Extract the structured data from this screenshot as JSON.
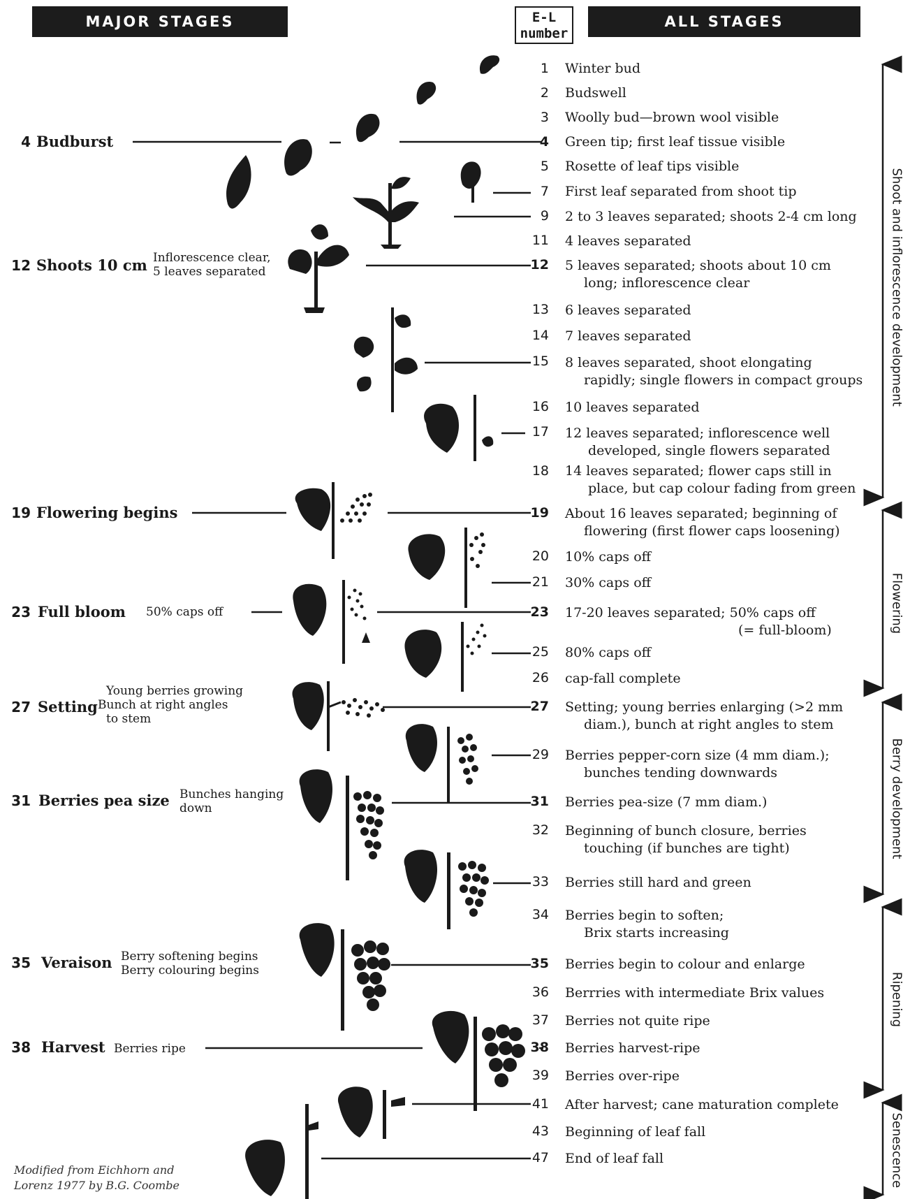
{
  "headers": {
    "major": "MAJOR STAGES",
    "el_line1": "E-L",
    "el_line2": "number",
    "all": "ALL STAGES"
  },
  "all_stages": [
    {
      "n": "1",
      "text": "Winter bud",
      "text2": ""
    },
    {
      "n": "2",
      "text": "Budswell",
      "text2": ""
    },
    {
      "n": "3",
      "text": "Woolly bud—brown wool visible",
      "text2": ""
    },
    {
      "n": "4",
      "text": "Green tip; first leaf tissue visible",
      "text2": ""
    },
    {
      "n": "5",
      "text": "Rosette of leaf tips visible",
      "text2": ""
    },
    {
      "n": "7",
      "text": "First leaf separated from shoot tip",
      "text2": ""
    },
    {
      "n": "9",
      "text": "2 to 3 leaves separated; shoots 2-4 cm long",
      "text2": ""
    },
    {
      "n": "11",
      "text": "4 leaves separated",
      "text2": ""
    },
    {
      "n": "12",
      "text": "5 leaves separated; shoots about 10 cm",
      "text2": "long; inflorescence clear"
    },
    {
      "n": "13",
      "text": "6 leaves separated",
      "text2": ""
    },
    {
      "n": "14",
      "text": "7 leaves separated",
      "text2": ""
    },
    {
      "n": "15",
      "text": "8 leaves separated, shoot elongating",
      "text2": "rapidly; single flowers in compact groups"
    },
    {
      "n": "16",
      "text": "10 leaves separated",
      "text2": ""
    },
    {
      "n": "17",
      "text": "12 leaves separated; inflorescence well",
      "text2": "developed, single flowers separated"
    },
    {
      "n": "18",
      "text": "14 leaves separated; flower caps still in",
      "text2": "place, but cap colour fading from green"
    },
    {
      "n": "19",
      "text": "About 16 leaves separated; beginning of",
      "text2": "flowering (first flower caps loosening)"
    },
    {
      "n": "20",
      "text": "10% caps off",
      "text2": ""
    },
    {
      "n": "21",
      "text": "30% caps off",
      "text2": ""
    },
    {
      "n": "23",
      "text": "17-20 leaves separated; 50% caps off",
      "text2": "(= full-bloom)"
    },
    {
      "n": "25",
      "text": "80% caps off",
      "text2": ""
    },
    {
      "n": "26",
      "text": "cap-fall complete",
      "text2": ""
    },
    {
      "n": "27",
      "text": "Setting; young berries enlarging (>2 mm",
      "text2": "diam.), bunch at right angles to stem"
    },
    {
      "n": "29",
      "text": "Berries pepper-corn size (4 mm diam.);",
      "text2": "bunches tending downwards"
    },
    {
      "n": "31",
      "text": "Berries pea-size (7 mm diam.)",
      "text2": ""
    },
    {
      "n": "32",
      "text": "Beginning of bunch closure, berries",
      "text2": "touching (if bunches are tight)"
    },
    {
      "n": "33",
      "text": "Berries still hard and green",
      "text2": ""
    },
    {
      "n": "34",
      "text": "Berries begin to soften;",
      "text2": "Brix starts increasing"
    },
    {
      "n": "35",
      "text": "Berries begin to colour and enlarge",
      "text2": ""
    },
    {
      "n": "36",
      "text": "Berrries with intermediate Brix values",
      "text2": ""
    },
    {
      "n": "37",
      "text": "Berries not quite ripe",
      "text2": ""
    },
    {
      "n": "38",
      "text": "Berries harvest-ripe",
      "text2": ""
    },
    {
      "n": "39",
      "text": "Berries over-ripe",
      "text2": ""
    },
    {
      "n": "41",
      "text": "After harvest; cane maturation complete",
      "text2": ""
    },
    {
      "n": "43",
      "text": "Beginning of leaf fall",
      "text2": ""
    },
    {
      "n": "47",
      "text": "End of leaf fall",
      "text2": ""
    }
  ],
  "major_stages": [
    {
      "n": "4",
      "name": "Budburst",
      "note1": "",
      "note2": "",
      "note3": ""
    },
    {
      "n": "12",
      "name": "Shoots 10 cm",
      "note1": "Inflorescence clear,",
      "note2": "5 leaves separated",
      "note3": ""
    },
    {
      "n": "19",
      "name": "Flowering begins",
      "note1": "",
      "note2": "",
      "note3": ""
    },
    {
      "n": "23",
      "name": "Full bloom",
      "note1": "50% caps off",
      "note2": "",
      "note3": ""
    },
    {
      "n": "27",
      "name": "Setting",
      "note1": "Young berries growing",
      "note2": "Bunch at right angles",
      "note3": "to stem"
    },
    {
      "n": "31",
      "name": "Berries pea size",
      "note1": "Bunches hanging",
      "note2": "down",
      "note3": ""
    },
    {
      "n": "35",
      "name": "Veraison",
      "note1": "Berry softening begins",
      "note2": "Berry colouring begins",
      "note3": ""
    },
    {
      "n": "38",
      "name": "Harvest",
      "note1": "Berries ripe",
      "note2": "",
      "note3": ""
    }
  ],
  "phases": [
    "Shoot and inflorescence development",
    "Flowering",
    "Berry development",
    "Ripening",
    "Senescence"
  ],
  "credit": {
    "line1": "Modified from Eichhorn and",
    "line2": "Lorenz 1977 by B.G. Coombe"
  },
  "colors": {
    "ink": "#1a1a1a",
    "header_bg": "#1c1c1c",
    "header_text": "#ffffff"
  }
}
